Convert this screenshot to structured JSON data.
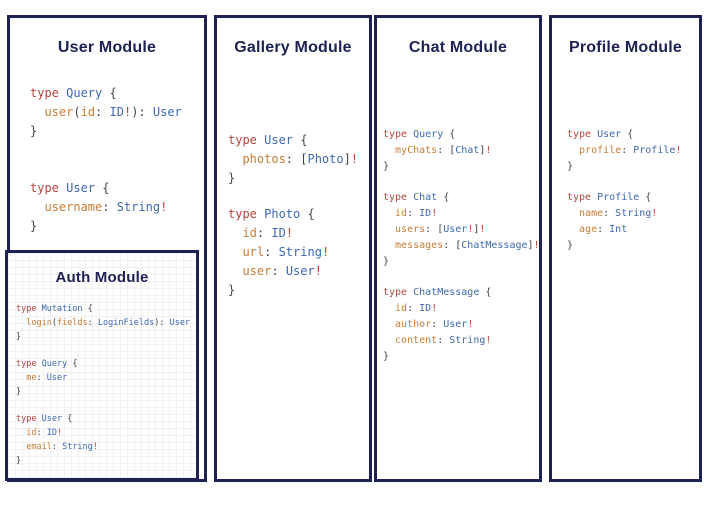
{
  "colors": {
    "panel_border": "#1e2253",
    "title_text": "#1e2253",
    "background": "#ffffff",
    "syntax_keyword": "#b5453e",
    "syntax_typename": "#3e68b0",
    "syntax_field": "#c67d3a",
    "syntax_punctuation": "#43464b",
    "syntax_bang": "#c24038"
  },
  "modules": {
    "user": {
      "title": "User Module",
      "code": [
        [
          [
            [
              "k",
              "type "
            ],
            [
              "t",
              "Query "
            ],
            [
              "p",
              "{"
            ]
          ],
          [
            [
              "f",
              "  user"
            ],
            [
              "p",
              "("
            ],
            [
              "f",
              "id"
            ],
            [
              "p",
              ": "
            ],
            [
              "t",
              "ID"
            ],
            [
              "b",
              "!"
            ],
            [
              "p",
              "): "
            ],
            [
              "t",
              "User"
            ]
          ],
          [
            [
              "p",
              "}"
            ]
          ]
        ],
        [
          [
            [
              "k",
              "type "
            ],
            [
              "t",
              "User "
            ],
            [
              "p",
              "{"
            ]
          ],
          [
            [
              "f",
              "  username"
            ],
            [
              "p",
              ": "
            ],
            [
              "t",
              "String"
            ],
            [
              "b",
              "!"
            ]
          ],
          [
            [
              "p",
              "}"
            ]
          ]
        ]
      ]
    },
    "auth": {
      "title": "Auth Module",
      "code": [
        [
          [
            [
              "k",
              "type "
            ],
            [
              "t",
              "Mutation "
            ],
            [
              "p",
              "{"
            ]
          ],
          [
            [
              "f",
              "  login"
            ],
            [
              "p",
              "("
            ],
            [
              "f",
              "fields"
            ],
            [
              "p",
              ": "
            ],
            [
              "t",
              "LoginFields"
            ],
            [
              "p",
              "): "
            ],
            [
              "t",
              "User"
            ]
          ],
          [
            [
              "p",
              "}"
            ]
          ]
        ],
        [
          [
            [
              "k",
              "type "
            ],
            [
              "t",
              "Query "
            ],
            [
              "p",
              "{"
            ]
          ],
          [
            [
              "f",
              "  me"
            ],
            [
              "p",
              ": "
            ],
            [
              "t",
              "User"
            ]
          ],
          [
            [
              "p",
              "}"
            ]
          ]
        ],
        [
          [
            [
              "k",
              "type "
            ],
            [
              "t",
              "User "
            ],
            [
              "p",
              "{"
            ]
          ],
          [
            [
              "f",
              "  id"
            ],
            [
              "p",
              ": "
            ],
            [
              "t",
              "ID"
            ],
            [
              "b",
              "!"
            ]
          ],
          [
            [
              "f",
              "  email"
            ],
            [
              "p",
              ": "
            ],
            [
              "t",
              "String"
            ],
            [
              "b",
              "!"
            ]
          ],
          [
            [
              "p",
              "}"
            ]
          ]
        ]
      ]
    },
    "gallery": {
      "title": "Gallery Module",
      "code": [
        [
          [
            [
              "k",
              "type "
            ],
            [
              "t",
              "User "
            ],
            [
              "p",
              "{"
            ]
          ],
          [
            [
              "f",
              "  photos"
            ],
            [
              "p",
              ": ["
            ],
            [
              "t",
              "Photo"
            ],
            [
              "p",
              "]"
            ],
            [
              "b",
              "!"
            ]
          ],
          [
            [
              "p",
              "}"
            ]
          ]
        ],
        [
          [
            [
              "k",
              "type "
            ],
            [
              "t",
              "Photo "
            ],
            [
              "p",
              "{"
            ]
          ],
          [
            [
              "f",
              "  id"
            ],
            [
              "p",
              ": "
            ],
            [
              "t",
              "ID"
            ],
            [
              "b",
              "!"
            ]
          ],
          [
            [
              "f",
              "  url"
            ],
            [
              "p",
              ": "
            ],
            [
              "t",
              "String"
            ],
            [
              "b",
              "!"
            ]
          ],
          [
            [
              "f",
              "  user"
            ],
            [
              "p",
              ": "
            ],
            [
              "t",
              "User"
            ],
            [
              "b",
              "!"
            ]
          ],
          [
            [
              "p",
              "}"
            ]
          ]
        ]
      ]
    },
    "chat": {
      "title": "Chat Module",
      "code": [
        [
          [
            [
              "k",
              "type "
            ],
            [
              "t",
              "Query "
            ],
            [
              "p",
              "{"
            ]
          ],
          [
            [
              "f",
              "  myChats"
            ],
            [
              "p",
              ": ["
            ],
            [
              "t",
              "Chat"
            ],
            [
              "p",
              "]"
            ],
            [
              "b",
              "!"
            ]
          ],
          [
            [
              "p",
              "}"
            ]
          ]
        ],
        [
          [
            [
              "k",
              "type "
            ],
            [
              "t",
              "Chat "
            ],
            [
              "p",
              "{"
            ]
          ],
          [
            [
              "f",
              "  id"
            ],
            [
              "p",
              ": "
            ],
            [
              "t",
              "ID"
            ],
            [
              "b",
              "!"
            ]
          ],
          [
            [
              "f",
              "  users"
            ],
            [
              "p",
              ": ["
            ],
            [
              "t",
              "User"
            ],
            [
              "b",
              "!"
            ],
            [
              "p",
              "]"
            ],
            [
              "b",
              "!"
            ]
          ],
          [
            [
              "f",
              "  messages"
            ],
            [
              "p",
              ": ["
            ],
            [
              "t",
              "ChatMessage"
            ],
            [
              "p",
              "]"
            ],
            [
              "b",
              "!"
            ]
          ],
          [
            [
              "p",
              "}"
            ]
          ]
        ],
        [
          [
            [
              "k",
              "type "
            ],
            [
              "t",
              "ChatMessage "
            ],
            [
              "p",
              "{"
            ]
          ],
          [
            [
              "f",
              "  id"
            ],
            [
              "p",
              ": "
            ],
            [
              "t",
              "ID"
            ],
            [
              "b",
              "!"
            ]
          ],
          [
            [
              "f",
              "  author"
            ],
            [
              "p",
              ": "
            ],
            [
              "t",
              "User"
            ],
            [
              "b",
              "!"
            ]
          ],
          [
            [
              "f",
              "  content"
            ],
            [
              "p",
              ": "
            ],
            [
              "t",
              "String"
            ],
            [
              "b",
              "!"
            ]
          ],
          [
            [
              "p",
              "}"
            ]
          ]
        ]
      ]
    },
    "profile": {
      "title": "Profile Module",
      "code": [
        [
          [
            [
              "k",
              "type "
            ],
            [
              "t",
              "User "
            ],
            [
              "p",
              "{"
            ]
          ],
          [
            [
              "f",
              "  profile"
            ],
            [
              "p",
              ": "
            ],
            [
              "t",
              "Profile"
            ],
            [
              "b",
              "!"
            ]
          ],
          [
            [
              "p",
              "}"
            ]
          ]
        ],
        [
          [
            [
              "k",
              "type "
            ],
            [
              "t",
              "Profile "
            ],
            [
              "p",
              "{"
            ]
          ],
          [
            [
              "f",
              "  name"
            ],
            [
              "p",
              ": "
            ],
            [
              "t",
              "String"
            ],
            [
              "b",
              "!"
            ]
          ],
          [
            [
              "f",
              "  age"
            ],
            [
              "p",
              ": "
            ],
            [
              "t",
              "Int"
            ]
          ],
          [
            [
              "p",
              "}"
            ]
          ]
        ]
      ]
    }
  }
}
